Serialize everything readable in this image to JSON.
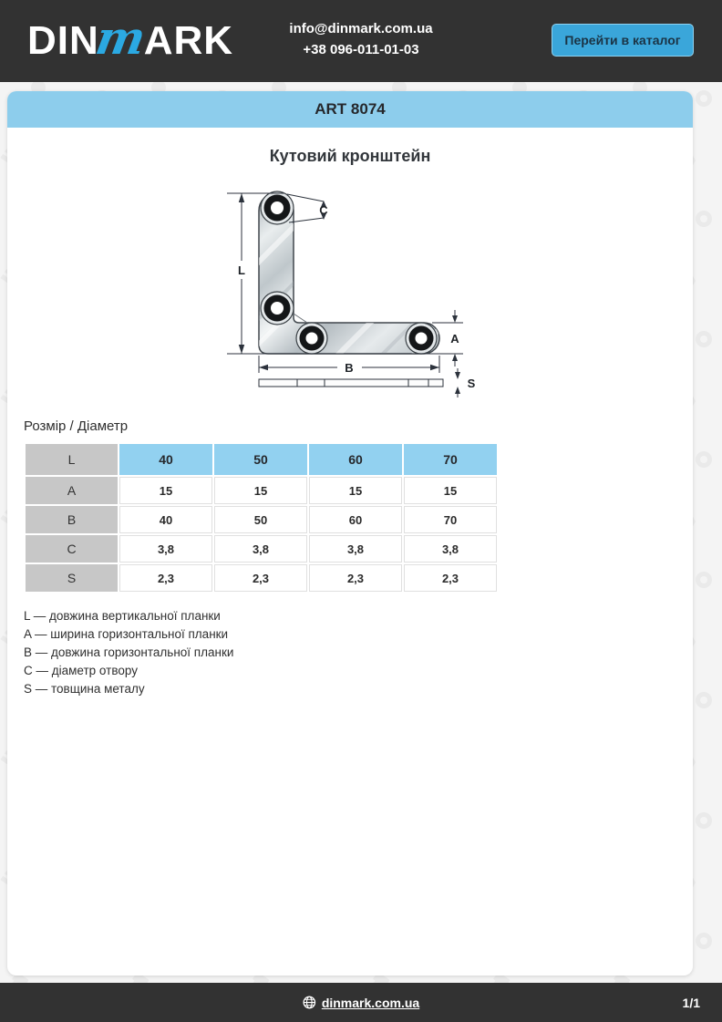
{
  "colors": {
    "accent_blue": "#2ba9e2",
    "button_blue": "#3aa6da",
    "banner_blue": "#8dcdec",
    "table_header_blue": "#92d1f0",
    "table_param_gray": "#c7c7c7",
    "bar_dark": "#323232"
  },
  "header": {
    "logo_prefix": "DIN",
    "logo_m": "m",
    "logo_suffix": "ARK",
    "email": "info@dinmark.com.ua",
    "phone": "+38 096-011-01-03",
    "catalog_button_label": "Перейти в каталог"
  },
  "banner": {
    "art_code": "ART 8074"
  },
  "product": {
    "title": "Кутовий кронштейн"
  },
  "drawing": {
    "dim_labels": {
      "L": "L",
      "A": "A",
      "B": "B",
      "C": "C",
      "S": "S"
    }
  },
  "size_section": {
    "heading": "Розмір / Діаметр",
    "table": {
      "rows": [
        {
          "param": "L",
          "header": true,
          "values": [
            "40",
            "50",
            "60",
            "70"
          ]
        },
        {
          "param": "A",
          "header": false,
          "values": [
            "15",
            "15",
            "15",
            "15"
          ]
        },
        {
          "param": "B",
          "header": false,
          "values": [
            "40",
            "50",
            "60",
            "70"
          ]
        },
        {
          "param": "C",
          "header": false,
          "values": [
            "3,8",
            "3,8",
            "3,8",
            "3,8"
          ]
        },
        {
          "param": "S",
          "header": false,
          "values": [
            "2,3",
            "2,3",
            "2,3",
            "2,3"
          ]
        }
      ]
    },
    "legend": [
      "L — довжина вертикальної планки",
      "A — ширина горизонтальної планки",
      "B — довжина горизонтальної планки",
      "C — діаметр отвору",
      "S — товщина металу"
    ]
  },
  "footer": {
    "website": "dinmark.com.ua",
    "page_indicator": "1/1"
  }
}
